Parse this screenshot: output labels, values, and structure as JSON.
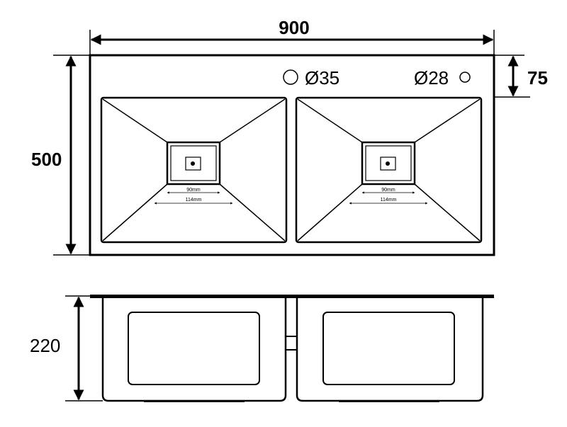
{
  "dimensions": {
    "width": "900",
    "depth": "500",
    "height": "220",
    "hole_offset": "75",
    "tap_hole_large": "Ø35",
    "tap_hole_small": "Ø28",
    "drain_inner": "90mm",
    "drain_outer": "114mm"
  },
  "colors": {
    "ink": "#000000",
    "background": "#ffffff"
  }
}
